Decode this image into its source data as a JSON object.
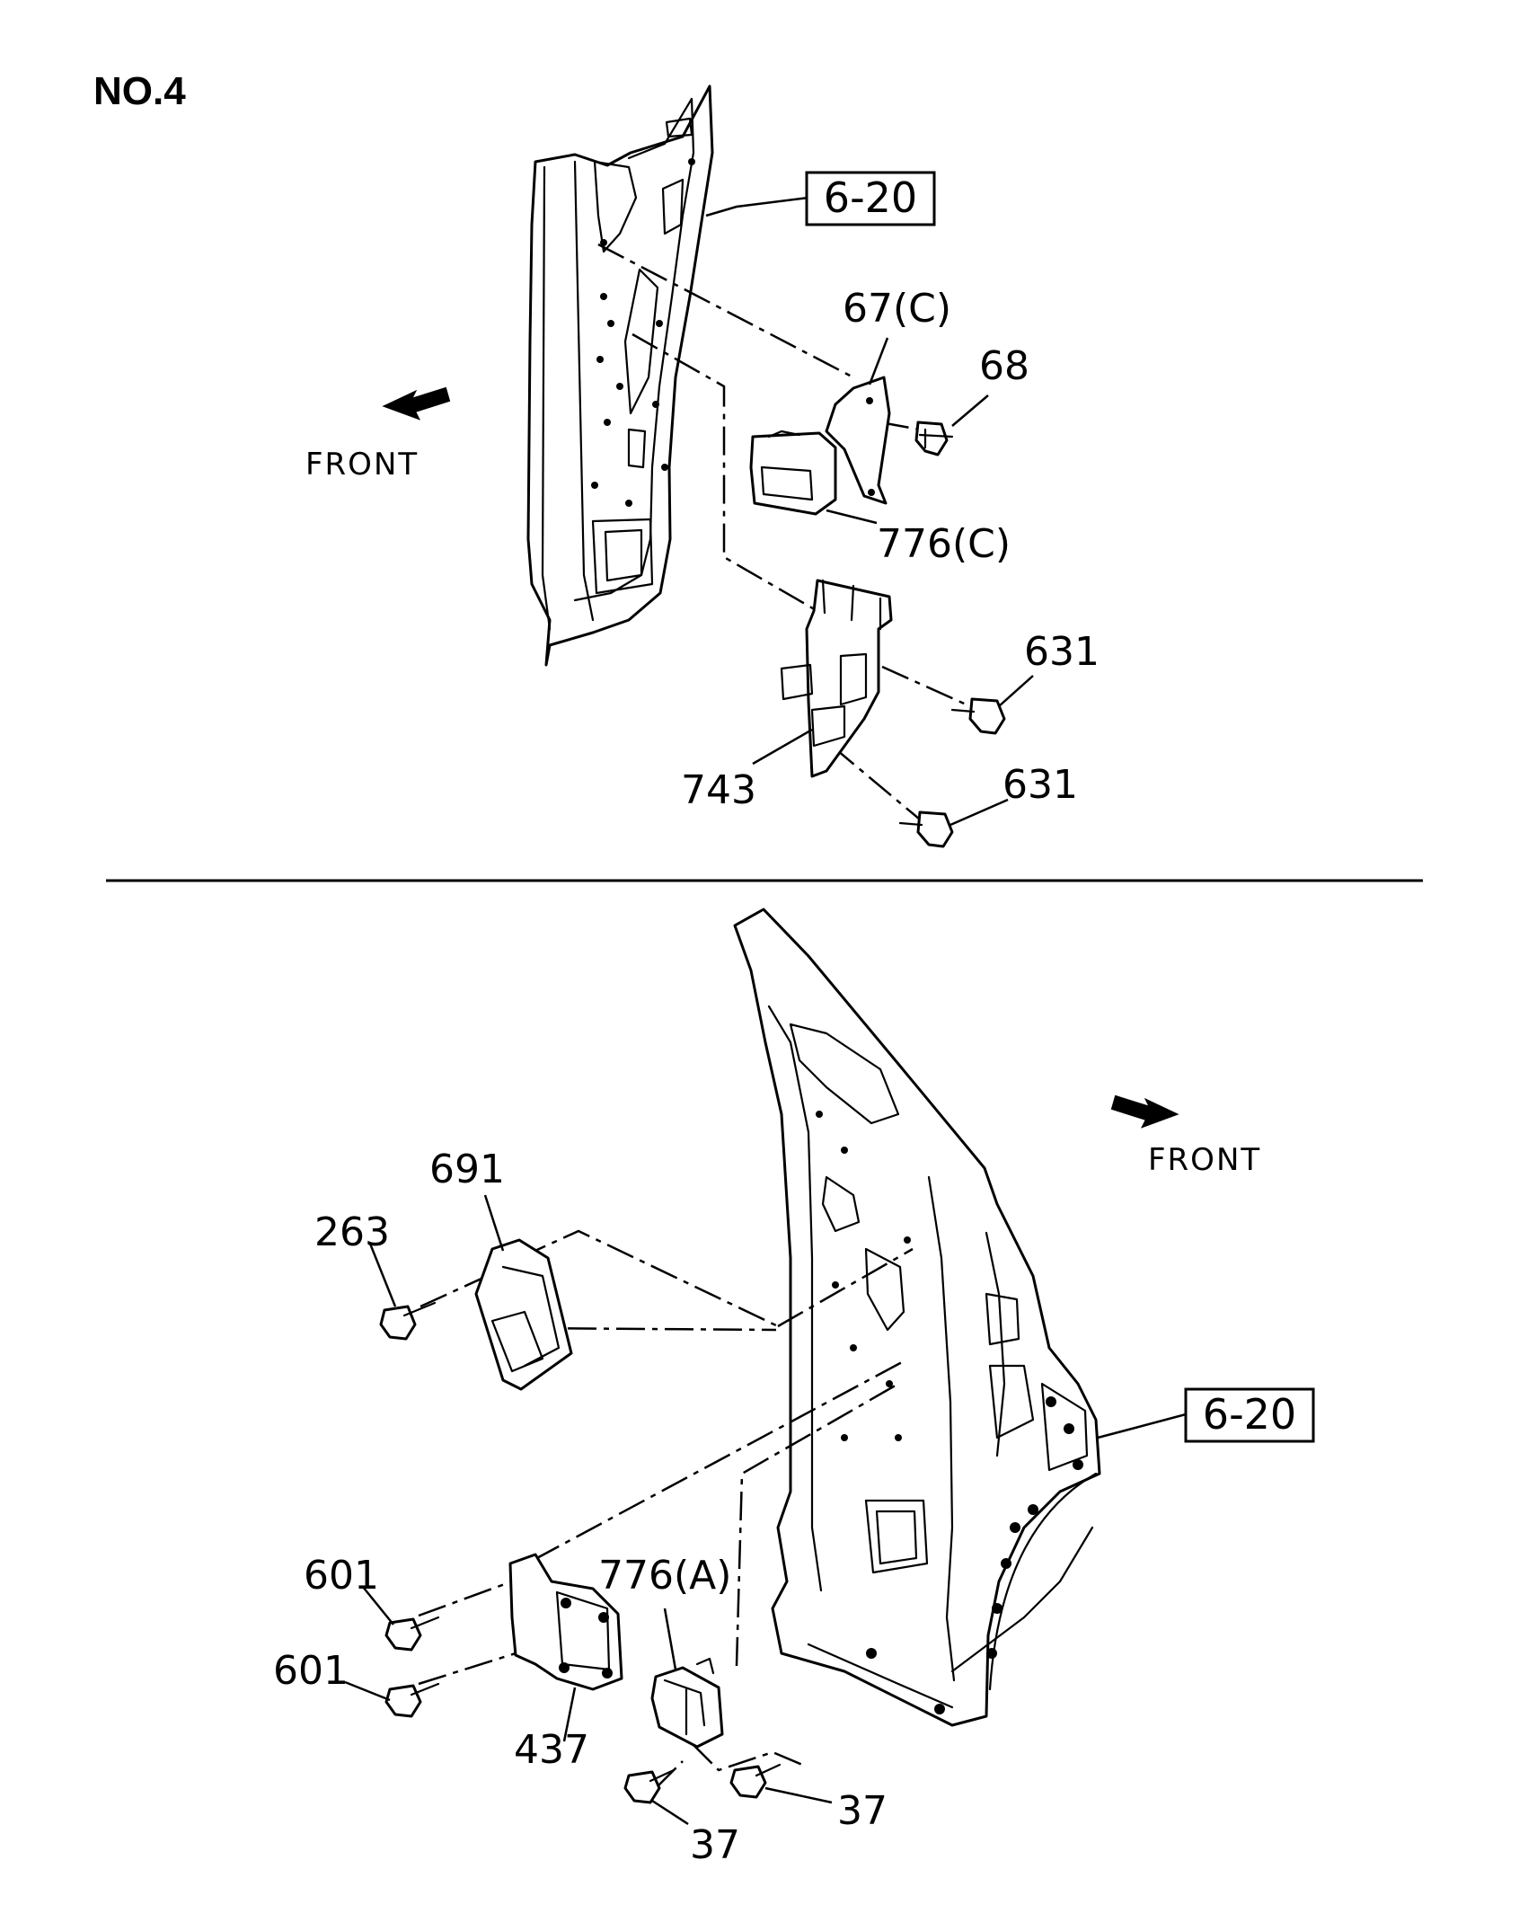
{
  "page_title": "NO.4",
  "top_view": {
    "front_label": "FRONT",
    "reference": "6-20",
    "callouts": [
      "67(C)",
      "68",
      "776(C)",
      "631",
      "743",
      "631"
    ]
  },
  "bottom_view": {
    "front_label": "FRONT",
    "reference": "6-20",
    "callouts": [
      "691",
      "263",
      "601",
      "601",
      "776(A)",
      "437",
      "37",
      "37"
    ]
  }
}
